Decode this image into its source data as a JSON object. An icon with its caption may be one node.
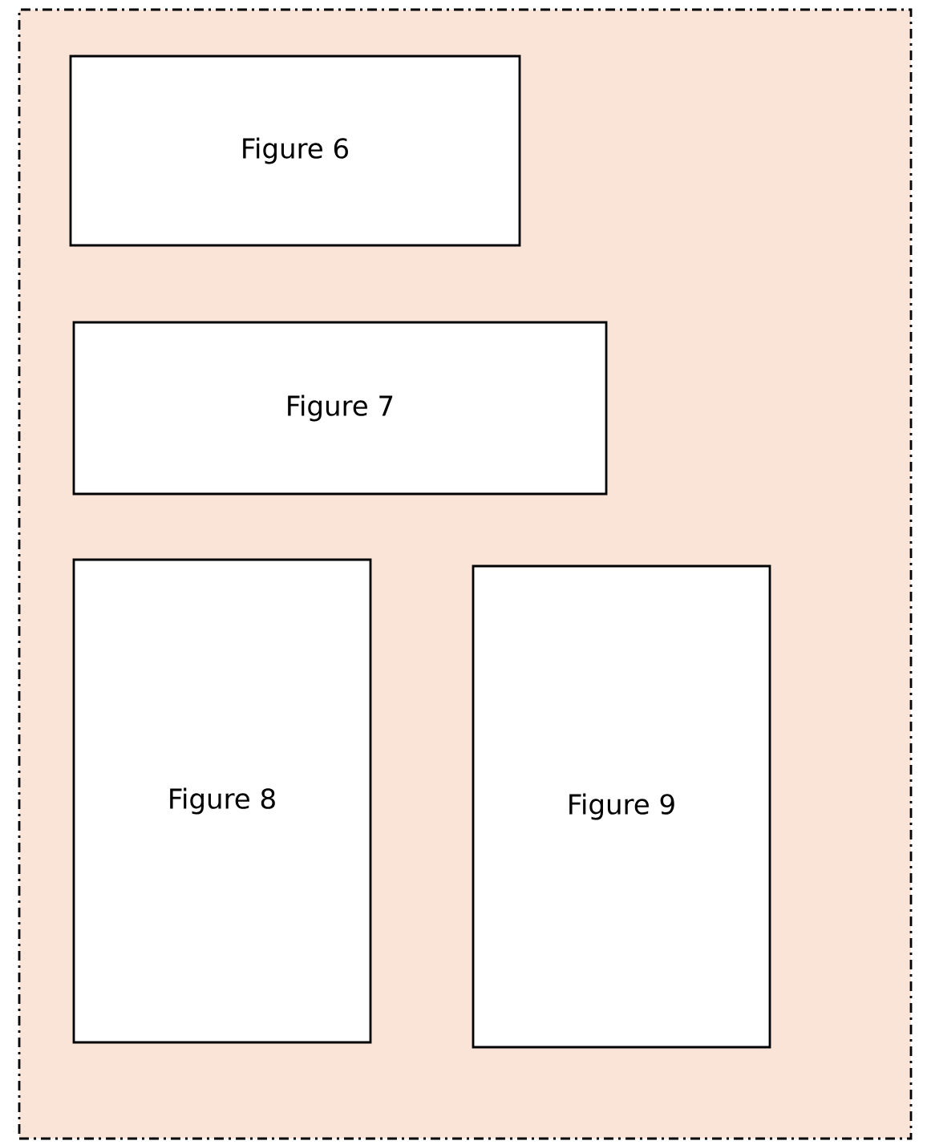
{
  "diagram": {
    "nodes": [
      {
        "text": [],
        "shape": "box"
      },
      {
        "text": [
          "Figure 6"
        ],
        "in": 0
      },
      {
        "text": [
          "Figure 7"
        ],
        "in": 0
      },
      {
        "text": [
          "Figure 8"
        ],
        "in": 0
      },
      {
        "text": [
          "Figure 9"
        ],
        "in": 0
      }
    ]
  }
}
